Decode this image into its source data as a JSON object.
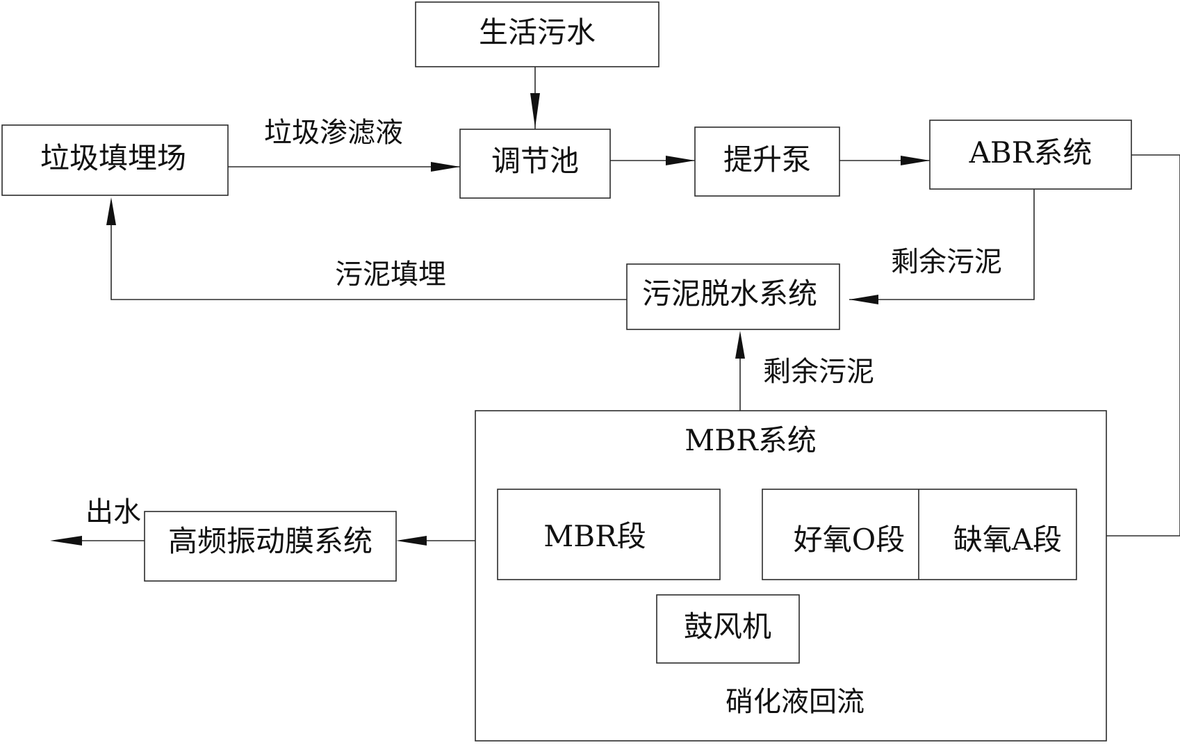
{
  "boxes": {
    "domestic_sewage": "生活污水",
    "landfill": "垃圾填埋场",
    "regulating_tank": "调节池",
    "lift_pump": "提升泵",
    "abr_system": "ABR系统",
    "sludge_dewatering": "污泥脱水系统",
    "mbr_system": "MBR系统",
    "mbr_section": "MBR段",
    "aerobic_o_section": "好氧O段",
    "anoxic_a_section": "缺氧A段",
    "blower": "鼓风机",
    "hf_vibration_membrane": "高频振动膜系统"
  },
  "labels": {
    "leachate": "垃圾渗滤液",
    "sludge_landfill": "污泥填埋",
    "excess_sludge_abr": "剩余污泥",
    "excess_sludge_mbr": "剩余污泥",
    "nitrification_reflux": "硝化液回流",
    "effluent": "出水"
  }
}
